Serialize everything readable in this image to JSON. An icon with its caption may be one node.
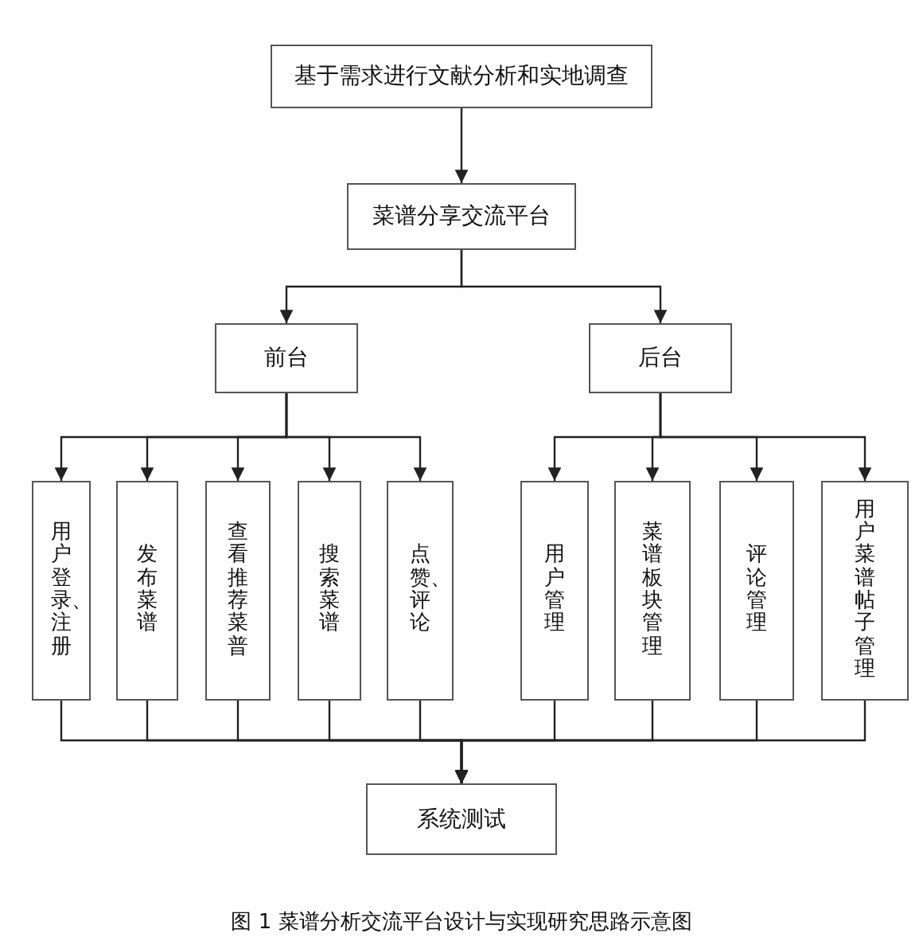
{
  "diagram": {
    "caption": "图 1 菜谱分析交流平台设计与实现研究思路示意图",
    "nodes": [
      {
        "text": [
          "基于需求进行文献分析和实地调查"
        ]
      },
      {
        "text": [
          "菜谱分享交流平台"
        ]
      },
      {
        "text": [
          "前台"
        ]
      },
      {
        "text": [
          "后台"
        ]
      },
      {
        "text": [
          "用户登录、注册"
        ]
      },
      {
        "text": [
          "发布菜谱"
        ]
      },
      {
        "text": [
          "查看推荐菜普"
        ]
      },
      {
        "text": [
          "搜索菜谱"
        ]
      },
      {
        "text": [
          "点赞、评论"
        ]
      },
      {
        "text": [
          "用户管理"
        ]
      },
      {
        "text": [
          "菜谱板块管理"
        ]
      },
      {
        "text": [
          "评论管理"
        ]
      },
      {
        "text": [
          "用户菜谱帖子管理"
        ]
      },
      {
        "text": [
          "系统测试"
        ]
      }
    ],
    "edges": [
      {
        "from": 0,
        "to": 1,
        "arrow": "to"
      },
      {
        "from": 1,
        "to": 2,
        "arrow": "to"
      },
      {
        "from": 1,
        "to": 3,
        "arrow": "to"
      },
      {
        "from": 2,
        "to": 4,
        "arrow": "to"
      },
      {
        "from": 2,
        "to": 5,
        "arrow": "to"
      },
      {
        "from": 2,
        "to": 6,
        "arrow": "to"
      },
      {
        "from": 2,
        "to": 7,
        "arrow": "to"
      },
      {
        "from": 2,
        "to": 8,
        "arrow": "to"
      },
      {
        "from": 3,
        "to": 9,
        "arrow": "to"
      },
      {
        "from": 3,
        "to": 10,
        "arrow": "to"
      },
      {
        "from": 3,
        "to": 11,
        "arrow": "to"
      },
      {
        "from": 3,
        "to": 12,
        "arrow": "to"
      },
      {
        "from": 4,
        "to": 13,
        "arrow": "to"
      },
      {
        "from": 5,
        "to": 13,
        "arrow": "to"
      },
      {
        "from": 6,
        "to": 13,
        "arrow": "to"
      },
      {
        "from": 7,
        "to": 13,
        "arrow": "to"
      },
      {
        "from": 8,
        "to": 13,
        "arrow": "to"
      },
      {
        "from": 9,
        "to": 13,
        "arrow": "to"
      },
      {
        "from": 10,
        "to": 13,
        "arrow": "to"
      },
      {
        "from": 11,
        "to": 13,
        "arrow": "to"
      },
      {
        "from": 12,
        "to": 13,
        "arrow": "to"
      }
    ]
  }
}
